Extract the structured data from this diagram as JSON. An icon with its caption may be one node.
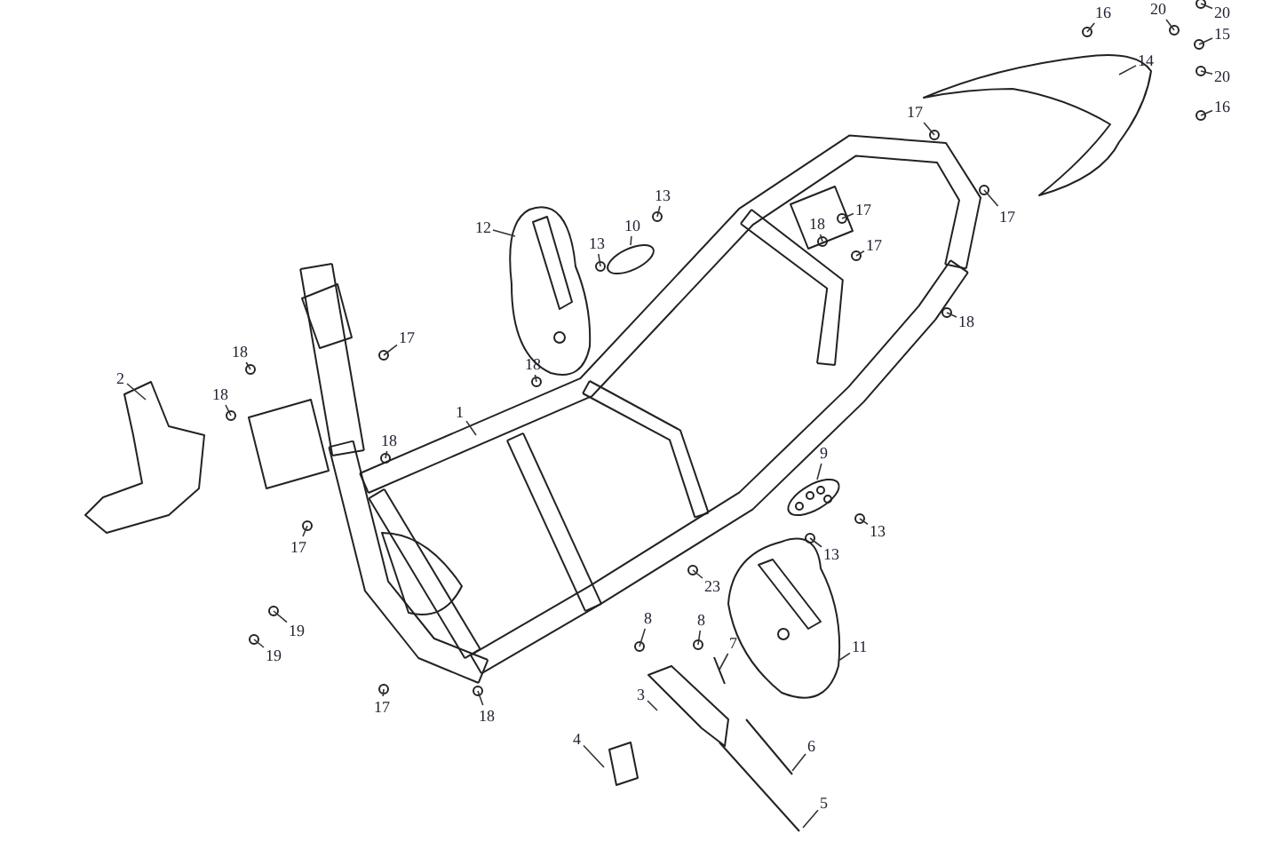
{
  "diagram": {
    "nodes": [
      {
        "text": [
          "1"
        ]
      },
      {
        "text": [
          "2"
        ]
      },
      {
        "text": [
          "12"
        ]
      },
      {
        "text": [
          "13"
        ]
      },
      {
        "text": [
          "13"
        ]
      },
      {
        "text": [
          "10"
        ]
      },
      {
        "text": [
          "18"
        ]
      },
      {
        "text": [
          "17"
        ]
      },
      {
        "text": [
          "17"
        ]
      },
      {
        "text": [
          "17"
        ]
      },
      {
        "text": [
          "17"
        ]
      },
      {
        "text": [
          "18"
        ]
      },
      {
        "text": [
          "16"
        ]
      },
      {
        "text": [
          "20"
        ]
      },
      {
        "text": [
          "20"
        ]
      },
      {
        "text": [
          "15"
        ]
      },
      {
        "text": [
          "14"
        ]
      },
      {
        "text": [
          "20"
        ]
      },
      {
        "text": [
          "16"
        ]
      },
      {
        "text": [
          "18"
        ]
      },
      {
        "text": [
          "18"
        ]
      },
      {
        "text": [
          "17"
        ]
      },
      {
        "text": [
          "18"
        ]
      },
      {
        "text": [
          "18"
        ]
      },
      {
        "text": [
          "17"
        ]
      },
      {
        "text": [
          "19"
        ]
      },
      {
        "text": [
          "19"
        ]
      },
      {
        "text": [
          "17"
        ]
      },
      {
        "text": [
          "18"
        ]
      },
      {
        "text": [
          "9"
        ]
      },
      {
        "text": [
          "13"
        ]
      },
      {
        "text": [
          "13"
        ]
      },
      {
        "text": [
          "23"
        ]
      },
      {
        "text": [
          "8"
        ]
      },
      {
        "text": [
          "8"
        ]
      },
      {
        "text": [
          "7"
        ]
      },
      {
        "text": [
          "11"
        ]
      },
      {
        "text": [
          "3"
        ]
      },
      {
        "text": [
          "4"
        ]
      },
      {
        "text": [
          "6"
        ]
      },
      {
        "text": [
          "5"
        ]
      }
    ],
    "edges": [
      {
        "from": 0,
        "to": null,
        "arrow": "none"
      },
      {
        "from": 1,
        "to": null,
        "arrow": "none"
      },
      {
        "from": 2,
        "to": null,
        "arrow": "none"
      },
      {
        "from": 3,
        "to": null,
        "arrow": "none"
      },
      {
        "from": 4,
        "to": null,
        "arrow": "none"
      },
      {
        "from": 5,
        "to": null,
        "arrow": "none"
      },
      {
        "from": 6,
        "to": null,
        "arrow": "none"
      },
      {
        "from": 7,
        "to": null,
        "arrow": "none"
      },
      {
        "from": 8,
        "to": null,
        "arrow": "none"
      },
      {
        "from": 9,
        "to": null,
        "arrow": "none"
      },
      {
        "from": 10,
        "to": null,
        "arrow": "none"
      },
      {
        "from": 11,
        "to": null,
        "arrow": "none"
      },
      {
        "from": 12,
        "to": null,
        "arrow": "none"
      },
      {
        "from": 13,
        "to": null,
        "arrow": "none"
      },
      {
        "from": 14,
        "to": null,
        "arrow": "none"
      },
      {
        "from": 15,
        "to": null,
        "arrow": "none"
      },
      {
        "from": 16,
        "to": null,
        "arrow": "none"
      },
      {
        "from": 17,
        "to": null,
        "arrow": "none"
      },
      {
        "from": 18,
        "to": null,
        "arrow": "none"
      },
      {
        "from": 19,
        "to": null,
        "arrow": "none"
      },
      {
        "from": 20,
        "to": null,
        "arrow": "none"
      },
      {
        "from": 21,
        "to": null,
        "arrow": "none"
      },
      {
        "from": 22,
        "to": null,
        "arrow": "none"
      },
      {
        "from": 23,
        "to": null,
        "arrow": "none"
      },
      {
        "from": 24,
        "to": null,
        "arrow": "none"
      },
      {
        "from": 25,
        "to": null,
        "arrow": "none"
      },
      {
        "from": 26,
        "to": null,
        "arrow": "none"
      },
      {
        "from": 27,
        "to": null,
        "arrow": "none"
      },
      {
        "from": 28,
        "to": null,
        "arrow": "none"
      },
      {
        "from": 29,
        "to": null,
        "arrow": "none"
      },
      {
        "from": 30,
        "to": null,
        "arrow": "none"
      },
      {
        "from": 31,
        "to": null,
        "arrow": "none"
      },
      {
        "from": 32,
        "to": null,
        "arrow": "none"
      },
      {
        "from": 33,
        "to": null,
        "arrow": "none"
      },
      {
        "from": 34,
        "to": null,
        "arrow": "none"
      },
      {
        "from": 35,
        "to": null,
        "arrow": "none"
      },
      {
        "from": 36,
        "to": null,
        "arrow": "none"
      },
      {
        "from": 37,
        "to": null,
        "arrow": "none"
      },
      {
        "from": 38,
        "to": null,
        "arrow": "none"
      },
      {
        "from": 39,
        "to": null,
        "arrow": "none"
      },
      {
        "from": 40,
        "to": null,
        "arrow": "none"
      }
    ]
  }
}
